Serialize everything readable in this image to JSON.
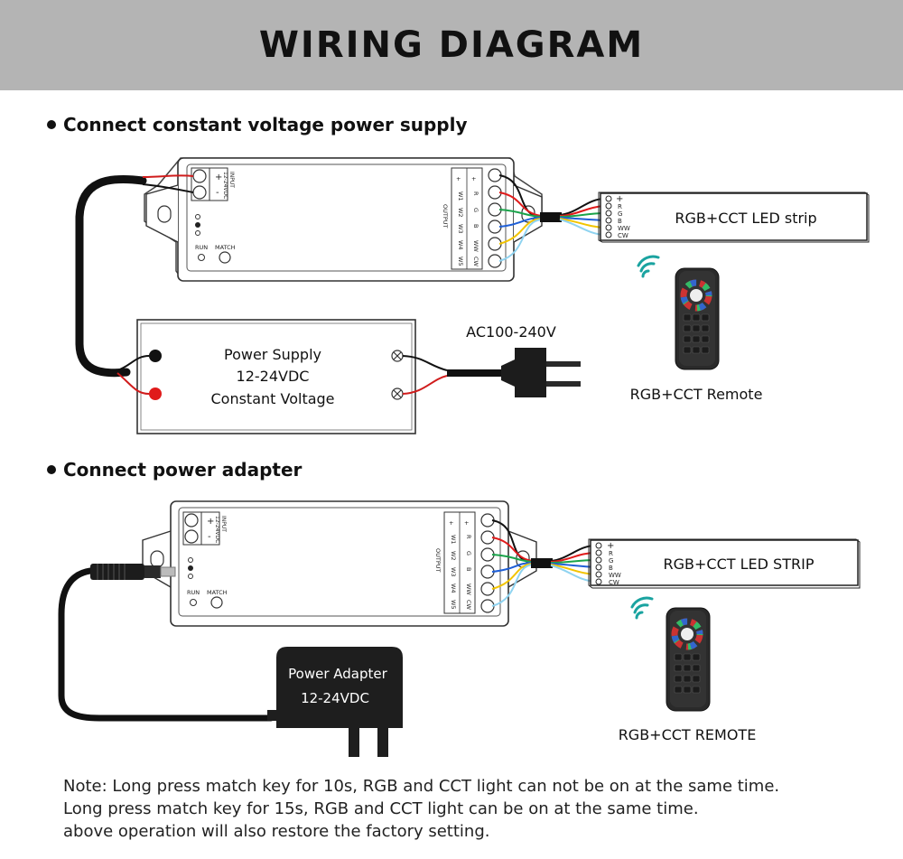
{
  "title": "WIRING DIAGRAM",
  "section1": {
    "heading": "Connect constant voltage power supply",
    "controller": {
      "input_label": "INPUT",
      "input_voltage": "12-24VDC",
      "plus": "+",
      "minus": "-",
      "run_label": "RUN",
      "match_label": "MATCH",
      "output_label": "OUTPUT",
      "channels": [
        "W1",
        "W2",
        "W3",
        "W4",
        "W5"
      ],
      "channel_colors": [
        "R",
        "G",
        "B",
        "WW",
        "CW"
      ]
    },
    "led_strip": {
      "label": "RGB+CCT LED strip",
      "pins": [
        "+",
        "R",
        "G",
        "B",
        "WW",
        "CW"
      ]
    },
    "remote_label": "RGB+CCT Remote",
    "power_supply": {
      "line1": "Power Supply",
      "line2": "12-24VDC",
      "line3": "Constant Voltage"
    },
    "ac_label": "AC100-240V"
  },
  "section2": {
    "heading": "Connect power adapter",
    "controller": {
      "input_label": "INPUT",
      "input_voltage": "12-24VDC",
      "plus": "+",
      "minus": "-",
      "run_label": "RUN",
      "match_label": "MATCH",
      "output_label": "OUTPUT",
      "channels": [
        "W1",
        "W2",
        "W3",
        "W4",
        "W5"
      ],
      "channel_colors": [
        "R",
        "G",
        "B",
        "WW",
        "CW"
      ]
    },
    "led_strip": {
      "label": "RGB+CCT LED STRIP",
      "pins": [
        "+",
        "R",
        "G",
        "B",
        "WW",
        "CW"
      ]
    },
    "remote_label": "RGB+CCT REMOTE",
    "adapter": {
      "line1": "Power Adapter",
      "line2": "12-24VDC"
    }
  },
  "note": {
    "line1": "Note: Long press match key for 10s, RGB and CCT light can not be on at the same time.",
    "line2": "Long press match key for 15s, RGB and CCT light can be on at the same time.",
    "line3": "above operation will also restore the factory setting."
  },
  "wire_colors": {
    "positive": "#d01c1c",
    "negative": "#111111",
    "red": "#e01b1b",
    "green": "#1aa34a",
    "blue": "#1f5fd6",
    "ww": "#f2c400",
    "cw": "#8fd3f0"
  }
}
